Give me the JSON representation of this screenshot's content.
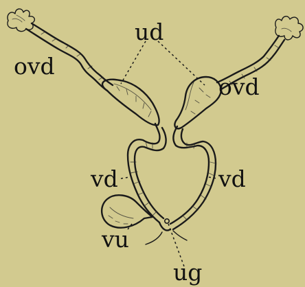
{
  "labels": {
    "ud": "ud",
    "ovd_left": "ovd",
    "ovd_right": "ovd",
    "vd_left": "vd",
    "vd_right": "vd",
    "vu": "vu",
    "ug": "ug"
  }
}
